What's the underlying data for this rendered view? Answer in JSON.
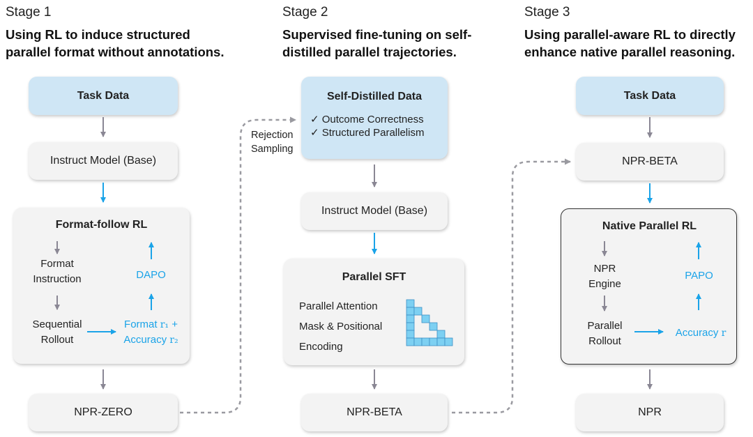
{
  "stage1": {
    "label": "Stage 1",
    "title_line1": "Using RL to induce structured",
    "title_line2": "parallel format without annotations.",
    "task_data": "Task Data",
    "instruct_model": "Instruct Model (Base)",
    "rl_box": {
      "title": "Format-follow RL",
      "format_instruction_1": "Format",
      "format_instruction_2": "Instruction",
      "sequential_1": "Sequential",
      "sequential_2": "Rollout",
      "dapo": "DAPO",
      "reward_1_text": "Format ",
      "reward_1_var": "r₁",
      "reward_1_plus": " +",
      "reward_2_text": "Accuracy ",
      "reward_2_var": "r₂"
    },
    "output": "NPR-ZERO"
  },
  "stage2": {
    "label": "Stage 2",
    "title_line1": "Supervised fine-tuning on self-",
    "title_line2": "distilled parallel trajectories.",
    "data_title": "Self-Distilled Data",
    "check_1": "✓  Outcome Correctness",
    "check_2": "✓  Structured Parallelism",
    "rejection_1": "Rejection",
    "rejection_2": "Sampling",
    "instruct_model": "Instruct Model (Base)",
    "sft_box": {
      "title": "Parallel SFT",
      "line1": "Parallel Attention",
      "line2": "Mask & Positional",
      "line3": "Encoding"
    },
    "output": "NPR-BETA"
  },
  "stage3": {
    "label": "Stage 3",
    "title_line1": "Using parallel-aware RL to directly",
    "title_line2": "enhance native parallel reasoning.",
    "task_data": "Task Data",
    "model": "NPR-BETA",
    "rl_box": {
      "title": "Native Parallel  RL",
      "engine_1": "NPR",
      "engine_2": "Engine",
      "rollout_1": "Parallel",
      "rollout_2": "Rollout",
      "papo": "PAPO",
      "reward_text": "Accuracy ",
      "reward_var": "r"
    },
    "output": "NPR"
  },
  "colors": {
    "accent": "#1aa3e8",
    "gray_arrow": "#8a8794",
    "box_gray": "#f3f3f3",
    "box_blue": "#cfe6f5",
    "mask_cell": "#7dd0f2"
  }
}
